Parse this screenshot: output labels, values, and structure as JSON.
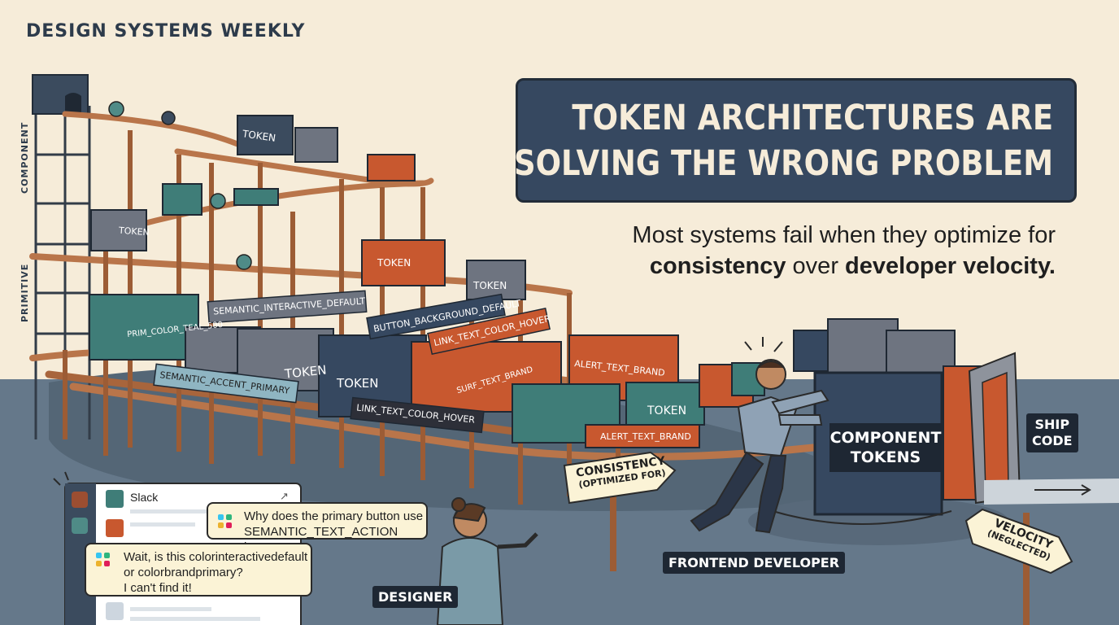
{
  "masthead": "DESIGN SYSTEMS WEEKLY",
  "headline": {
    "line1": "TOKEN ARCHITECTURES ARE",
    "line2": "SOLVING THE WRONG PROBLEM"
  },
  "subhead": {
    "line1": "Most systems fail when they optimize for",
    "strong1": "consistency",
    "connector": " over ",
    "strong2": "developer velocity."
  },
  "tiers": {
    "component": "COMPONENT",
    "primitive": "PRIMITIVE"
  },
  "boxes": [
    "TOKEN",
    "TOKEN",
    "TOKEN",
    "TOKEN",
    "TOKEN",
    "TOKEN",
    "TOKEN",
    "PRIM_COLOR_TEAL_500",
    "SEMANTIC_INTERACTIVE_DEFAULT",
    "BUTTON_BACKGROUND_DEFAULT",
    "LINK_TEXT_COLOR_HOVER",
    "ALERT_TEXT_BRAND",
    "SEMANTIC_ACCENT_PRIMARY",
    "SURF_TEXT_BRAND",
    "LINK_TEXT_COLOR_HOVER",
    "ALERT_TEXT_BRAND"
  ],
  "component_tokens": {
    "line1": "COMPONENT",
    "line2": "TOKENS"
  },
  "ship_code": {
    "line1": "SHIP",
    "line2": "CODE"
  },
  "signs": {
    "consistency": {
      "line1": "CONSISTENCY",
      "line2": "(OPTIMIZED FOR)"
    },
    "velocity": {
      "line1": "VELOCITY",
      "line2": "(NEGLECTED)"
    }
  },
  "labels": {
    "frontend": "FRONTEND DEVELOPER",
    "designer": "DESIGNER"
  },
  "slack": {
    "app_name": "Slack",
    "message1": {
      "line1": "Why does the primary button use",
      "line2": "SEMANTIC_TEXT_ACTION here?"
    },
    "message2": {
      "line1": "Wait, is this colorinteractivedefault",
      "line2": "or colorbrandprimary?",
      "line3": "I can't find it!"
    }
  },
  "colors": {
    "background": "#f6ecd9",
    "ground": "#65788a",
    "navy": "#364860",
    "teal": "#3f7d78",
    "rust": "#c8582f",
    "gray": "#6e7480",
    "wood": "#b9754a"
  }
}
